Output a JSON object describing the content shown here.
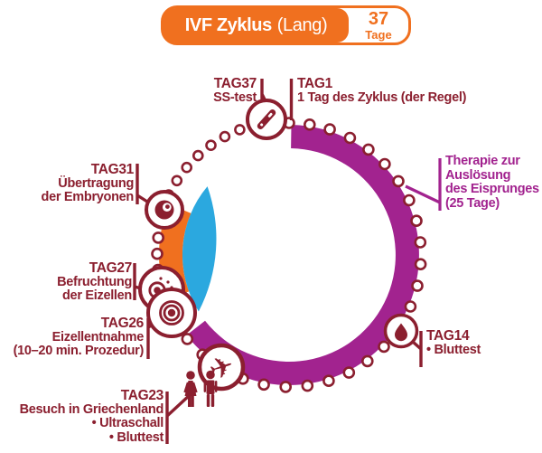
{
  "banner": {
    "title_bold": "IVF Zyklus",
    "title_light": "(Lang)",
    "days_number": "37",
    "days_unit": "Tage"
  },
  "labels": {
    "tag37": {
      "tag": "TAG37",
      "lines": [
        "SS-test"
      ]
    },
    "tag1": {
      "tag": "TAG1",
      "lines": [
        "1 Tag des Zyklus (der Regel)"
      ]
    },
    "therapie": {
      "lines": [
        "Therapie zur",
        "Auslösung",
        "des Eisprunges",
        "(25 Tage)"
      ]
    },
    "tag31": {
      "tag": "TAG31",
      "lines": [
        "Übertragung",
        "der Embryonen"
      ]
    },
    "tag27": {
      "tag": "TAG27",
      "lines": [
        "Befruchtung",
        "der Eizellen"
      ]
    },
    "tag26": {
      "tag": "TAG26",
      "lines": [
        "Eizellentnahme",
        "(10–20 min. Prozedur)"
      ]
    },
    "tag23": {
      "tag": "TAG23",
      "lines": [
        "Besuch in Griechenland",
        "• Ultraschall",
        "• Bluttest"
      ]
    },
    "tag14": {
      "tag": "TAG14",
      "lines": [
        "• Bluttest"
      ]
    }
  },
  "icons": {
    "tag37": "pregnancy-test-icon",
    "tag31": "embryo-icon",
    "tag27": "fertilization-icon",
    "tag26": "egg-retrieval-icon",
    "tag23_plane": "airplane-icon",
    "tag23_couple": "couple-icon",
    "tag14": "blood-drop-icon"
  },
  "colors": {
    "maroon": "#8B1F2F",
    "purple": "#A2238F",
    "orange": "#F0701F",
    "blue": "#2BA8DF",
    "banner_orange": "#F0701F"
  }
}
